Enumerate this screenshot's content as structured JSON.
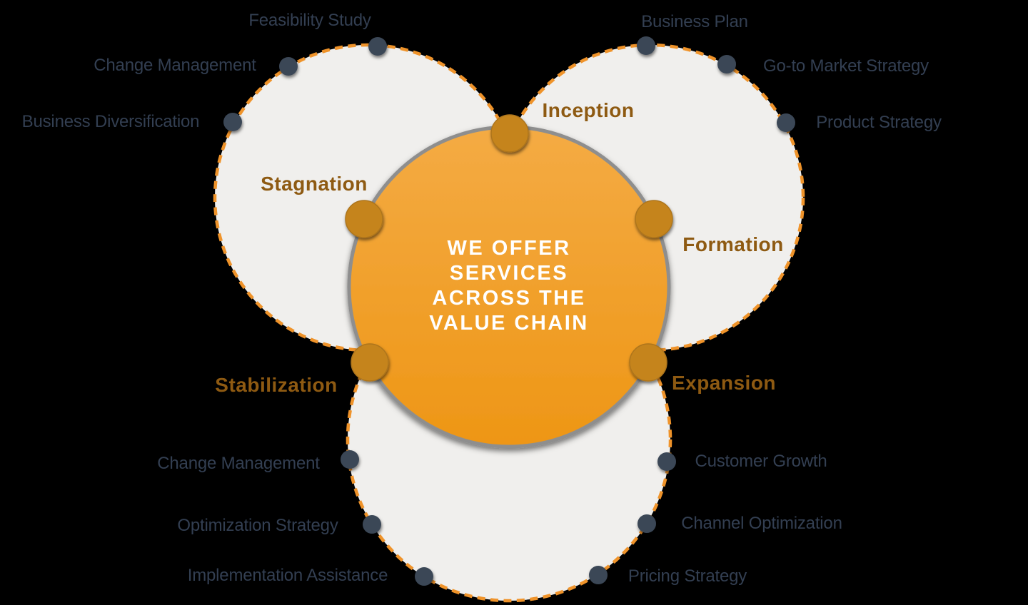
{
  "center_text": {
    "lines": [
      "WE OFFER",
      "SERVICES",
      "ACROSS THE",
      "VALUE CHAIN"
    ]
  },
  "phase_labels": {
    "top": "Inception",
    "left": "Stagnation",
    "right": "Formation",
    "bottom_left": "Stabilization",
    "bottom_right": "Expansion"
  },
  "satellite_labels": {
    "top_left": [
      "Feasibility Study",
      "Change Management",
      "Business Diversification"
    ],
    "top_right": [
      "Business Plan",
      "Go-to Market Strategy",
      "Product Strategy"
    ],
    "bottom_left": [
      "Change Management",
      "Optimization Strategy",
      "Implementation Assistance"
    ],
    "bottom_right": [
      "Customer Growth",
      "Channel Optimization",
      "Pricing Strategy"
    ]
  },
  "colors": {
    "background": "#000000",
    "outer_circle_fill": "#F0EFED",
    "outer_circle_dash": "#EF9329",
    "center_gradient_top": "#F4AB44",
    "center_gradient_bottom": "#EE9615",
    "center_border": "#8E8E8E",
    "phase_node_fill": "#C5841D",
    "phase_node_border": "#AD741C",
    "service_dot_fill": "#3A4656",
    "service_label_text": "#333F52",
    "phase_label_text": "#8E5A12",
    "center_text_color": "#FFFFFF"
  }
}
